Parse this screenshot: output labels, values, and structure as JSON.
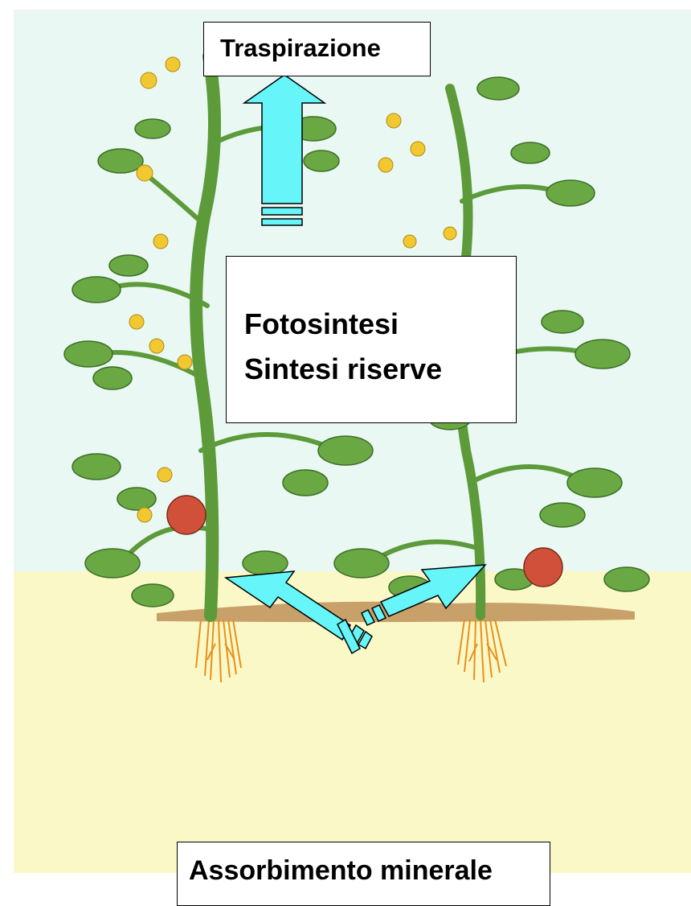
{
  "labels": {
    "transpiration": "Traspirazione",
    "photosynthesis_line1": "Fotosintesi",
    "photosynthesis_line2": "Sintesi riserve",
    "absorption": "Assorbimento minerale"
  },
  "colors": {
    "sky": "#eaf8f3",
    "soil_band": "#fbf8c8",
    "arrow_fill": "#66f5f8",
    "stem": "#5c9a3a",
    "leaf": "#6aa844",
    "flower": "#f2c832",
    "tomato": "#d0503a",
    "root": "#e8901a",
    "ground": "#c8a06a"
  }
}
